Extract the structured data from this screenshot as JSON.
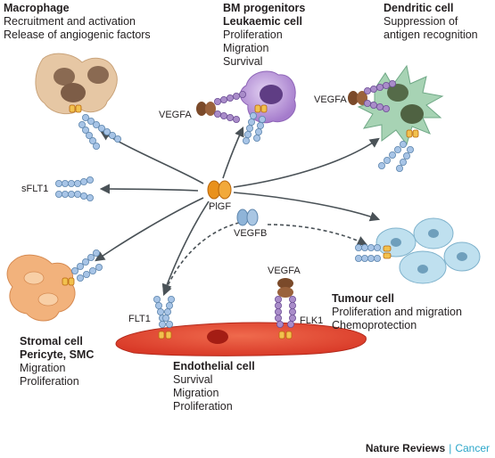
{
  "macrophage": {
    "title": "Macrophage",
    "line1": "Recruitment and activation",
    "line2": "Release of angiogenic factors"
  },
  "bm": {
    "title1": "BM progenitors",
    "title2": "Leukaemic cell",
    "line1": "Proliferation",
    "line2": "Migration",
    "line3": "Survival"
  },
  "dendritic": {
    "title": "Dendritic cell",
    "line1": "Suppression of",
    "line2": "antigen recognition"
  },
  "stromal": {
    "title1": "Stromal cell",
    "title2": "Pericyte, SMC",
    "line1": "Migration",
    "line2": "Proliferation"
  },
  "endothelial": {
    "title": "Endothelial cell",
    "line1": "Survival",
    "line2": "Migration",
    "line3": "Proliferation"
  },
  "tumour": {
    "title": "Tumour cell",
    "line1": "Proliferation and migration",
    "line2": "Chemoprotection"
  },
  "molecules": {
    "plgf": "PlGF",
    "vegfb": "VEGFB",
    "vegfa_bm": "VEGFA",
    "vegfa_dc": "VEGFA",
    "vegfa_ec": "VEGFA",
    "sflt1": "sFLT1",
    "flt1": "FLT1",
    "flk1": "FLK1"
  },
  "credit": {
    "journal": "Nature Reviews",
    "separator": "|",
    "section": "Cancer"
  },
  "colors": {
    "arrow": "#4a5257",
    "flt1_domain": "#a7c4e6",
    "flk1_domain": "#a98cc9",
    "ligand_plgf": "#e9911d",
    "ligand_vegfa": "#7b4a2a",
    "ligand_vegfb": "#8fb4d8",
    "endothelial": "#e0432f",
    "tumour": "#bfe0ef",
    "dendritic": "#a7d3b4",
    "macrophage": "#e6c7a4",
    "bm_cell": "#b98fd6",
    "stromal": "#f2b27c",
    "accent_credit": "#2aa6c9"
  }
}
